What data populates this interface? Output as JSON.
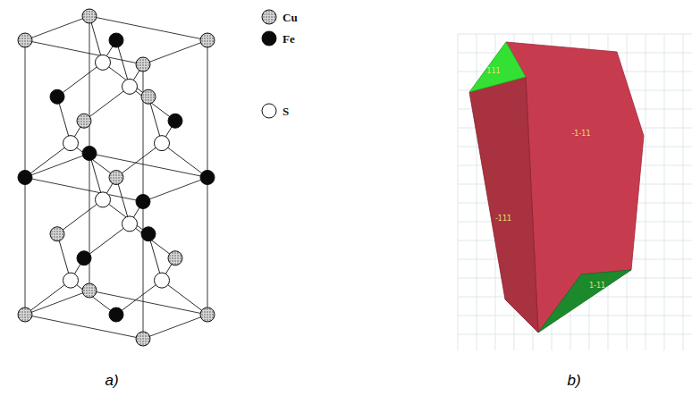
{
  "diagram": {
    "labels": [
      "a)",
      "b)",
      "111",
      "-1-11",
      "-111",
      "1-11"
    ],
    "legend": [
      {
        "text": "Cu"
      },
      {
        "text": "Fe"
      },
      {
        "text": "S"
      }
    ]
  }
}
